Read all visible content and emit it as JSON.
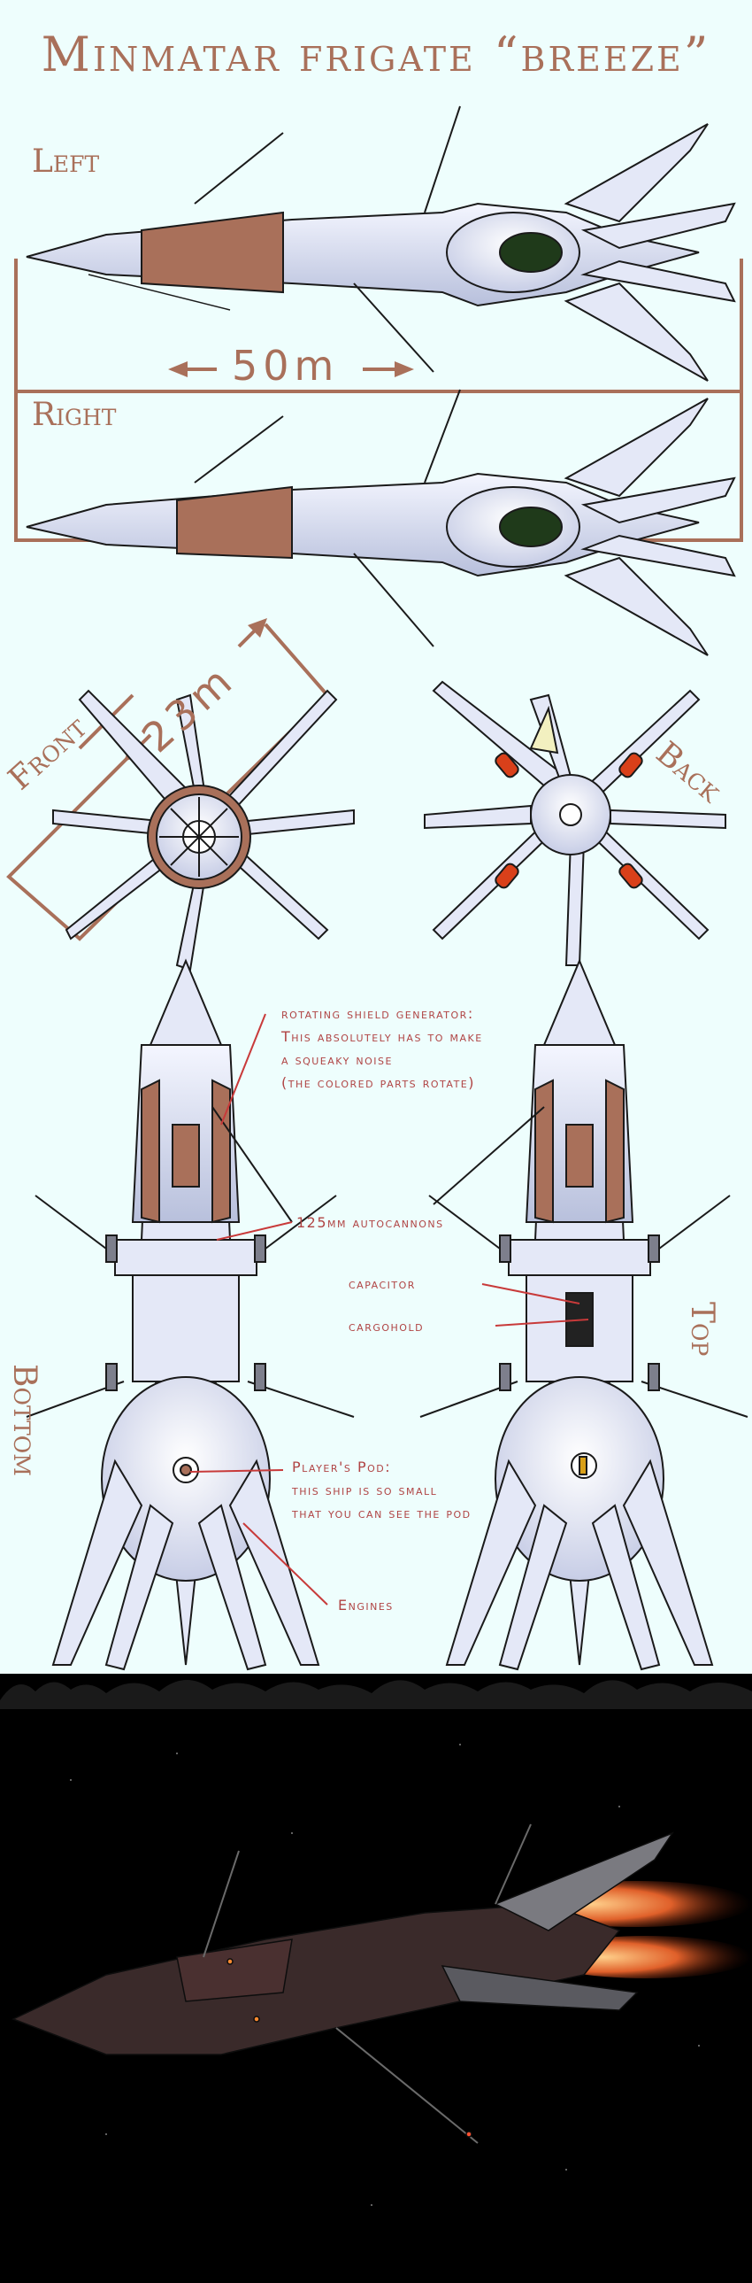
{
  "title": "Minmatar frigate “breeze”",
  "labels": {
    "left": "Left",
    "right": "Right",
    "front": "Front",
    "back": "Back",
    "bottom": "Bottom",
    "top": "Top"
  },
  "dimensions": {
    "length": "50m",
    "width": "23m"
  },
  "callouts": {
    "shield": [
      "rotating shield generator:",
      "This absolutely has to make",
      "a squeaky noise",
      "(the colored parts rotate)"
    ],
    "autocannons": "125mm autocannons",
    "capacitor": "capacitor",
    "cargohold": "cargohold",
    "pod": [
      "Player's Pod:",
      "this ship is so small",
      "that you can see the pod"
    ],
    "engines": "Engines"
  },
  "colors": {
    "background": "#eefefd",
    "label": "#a9705a",
    "callout": "#b04444",
    "hull": "#dde3f5",
    "hull_outline": "#1a1a1a",
    "accent": "#a9705a",
    "space": "#000000"
  }
}
